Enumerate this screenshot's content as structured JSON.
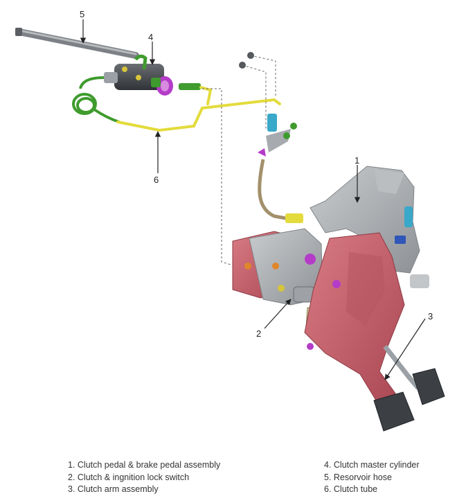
{
  "callouts": [
    "1",
    "2",
    "3",
    "4",
    "5",
    "6"
  ],
  "legend": {
    "left": [
      "1. Clutch pedal & brake pedal assembly",
      "2. Clutch & ingnition lock switch",
      "3. Clutch arm assembly"
    ],
    "right": [
      "4. Clutch master cylinder",
      "5. Resorvoir hose",
      "6. Clutch tube"
    ]
  },
  "colors": {
    "bracket": "#a7abaf",
    "pedal_arm": "#c8646e",
    "tube": "#e3db3c",
    "hose": "#3f9b2e",
    "bolt": "#b43cc8",
    "spring": "#39a8c9",
    "dashed_guide": "#666666"
  }
}
